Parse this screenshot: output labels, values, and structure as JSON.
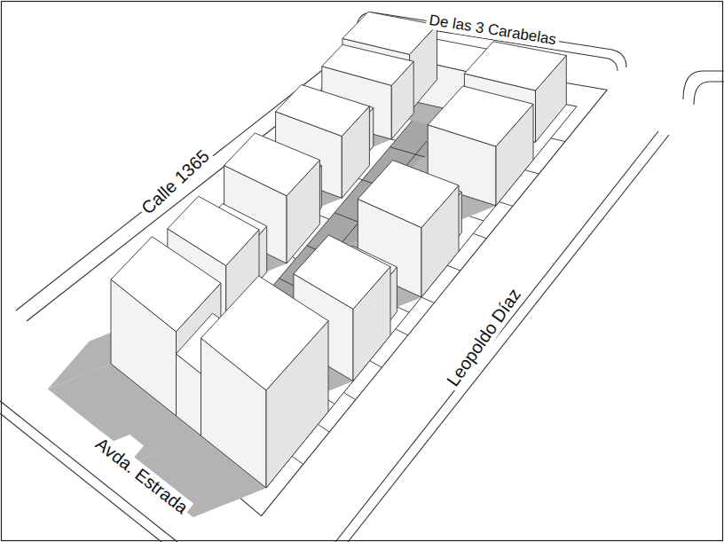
{
  "diagram": {
    "labels": [
      "De las 3 Carabelas",
      "Calle 1365",
      "Leopoldo Díaz",
      "Avda. Estrada"
    ]
  }
}
